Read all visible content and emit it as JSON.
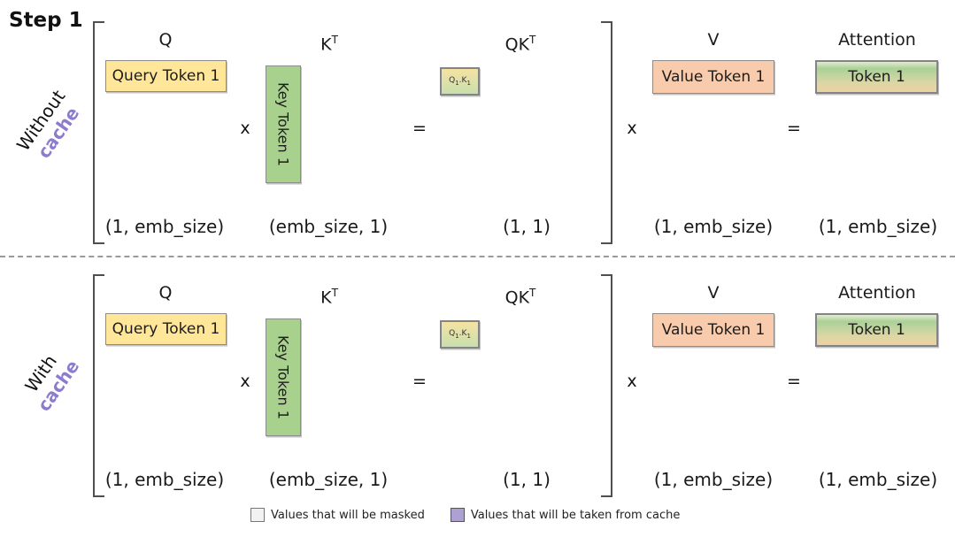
{
  "title": "Step 1",
  "rows": [
    {
      "condition": {
        "word": "Without",
        "accent": "cache"
      },
      "q": {
        "header": "Q",
        "box": "Query Token 1",
        "dim": "(1, emb_size)"
      },
      "op_multiply_1": "x",
      "k": {
        "header_base": "K",
        "header_sup": "T",
        "box": "Key Token 1",
        "dim": "(emb_size, 1)"
      },
      "op_equals_1": "=",
      "qk": {
        "header_base": "QK",
        "header_sup": "T",
        "box_q": "Q",
        "box_q_sub": "1",
        "box_dot": ".",
        "box_k": "K",
        "box_k_sub": "1",
        "dim": "(1, 1)"
      },
      "op_multiply_2": "x",
      "v": {
        "header": "V",
        "box": "Value Token 1",
        "dim": "(1, emb_size)"
      },
      "op_equals_2": "=",
      "attention": {
        "header": "Attention",
        "box": "Token 1",
        "dim": "(1, emb_size)"
      }
    },
    {
      "condition": {
        "word": "With",
        "accent": "cache"
      },
      "q": {
        "header": "Q",
        "box": "Query Token 1",
        "dim": "(1, emb_size)"
      },
      "op_multiply_1": "x",
      "k": {
        "header_base": "K",
        "header_sup": "T",
        "box": "Key Token 1",
        "dim": "(emb_size, 1)"
      },
      "op_equals_1": "=",
      "qk": {
        "header_base": "QK",
        "header_sup": "T",
        "box_q": "Q",
        "box_q_sub": "1",
        "box_dot": ".",
        "box_k": "K",
        "box_k_sub": "1",
        "dim": "(1, 1)"
      },
      "op_multiply_2": "x",
      "v": {
        "header": "V",
        "box": "Value Token 1",
        "dim": "(1, emb_size)"
      },
      "op_equals_2": "=",
      "attention": {
        "header": "Attention",
        "box": "Token 1",
        "dim": "(1, emb_size)"
      }
    }
  ],
  "legend": [
    {
      "label": "Values that will be masked"
    },
    {
      "label": "Values that will be taken from cache"
    }
  ],
  "colors": {
    "query_box": "#FFE699",
    "key_box": "#A9D18E",
    "value_box": "#F8CBAD",
    "legend_masked": "#F2F2F2",
    "legend_cache": "#ADA0D2",
    "accent_purple": "#8D7BCE"
  }
}
